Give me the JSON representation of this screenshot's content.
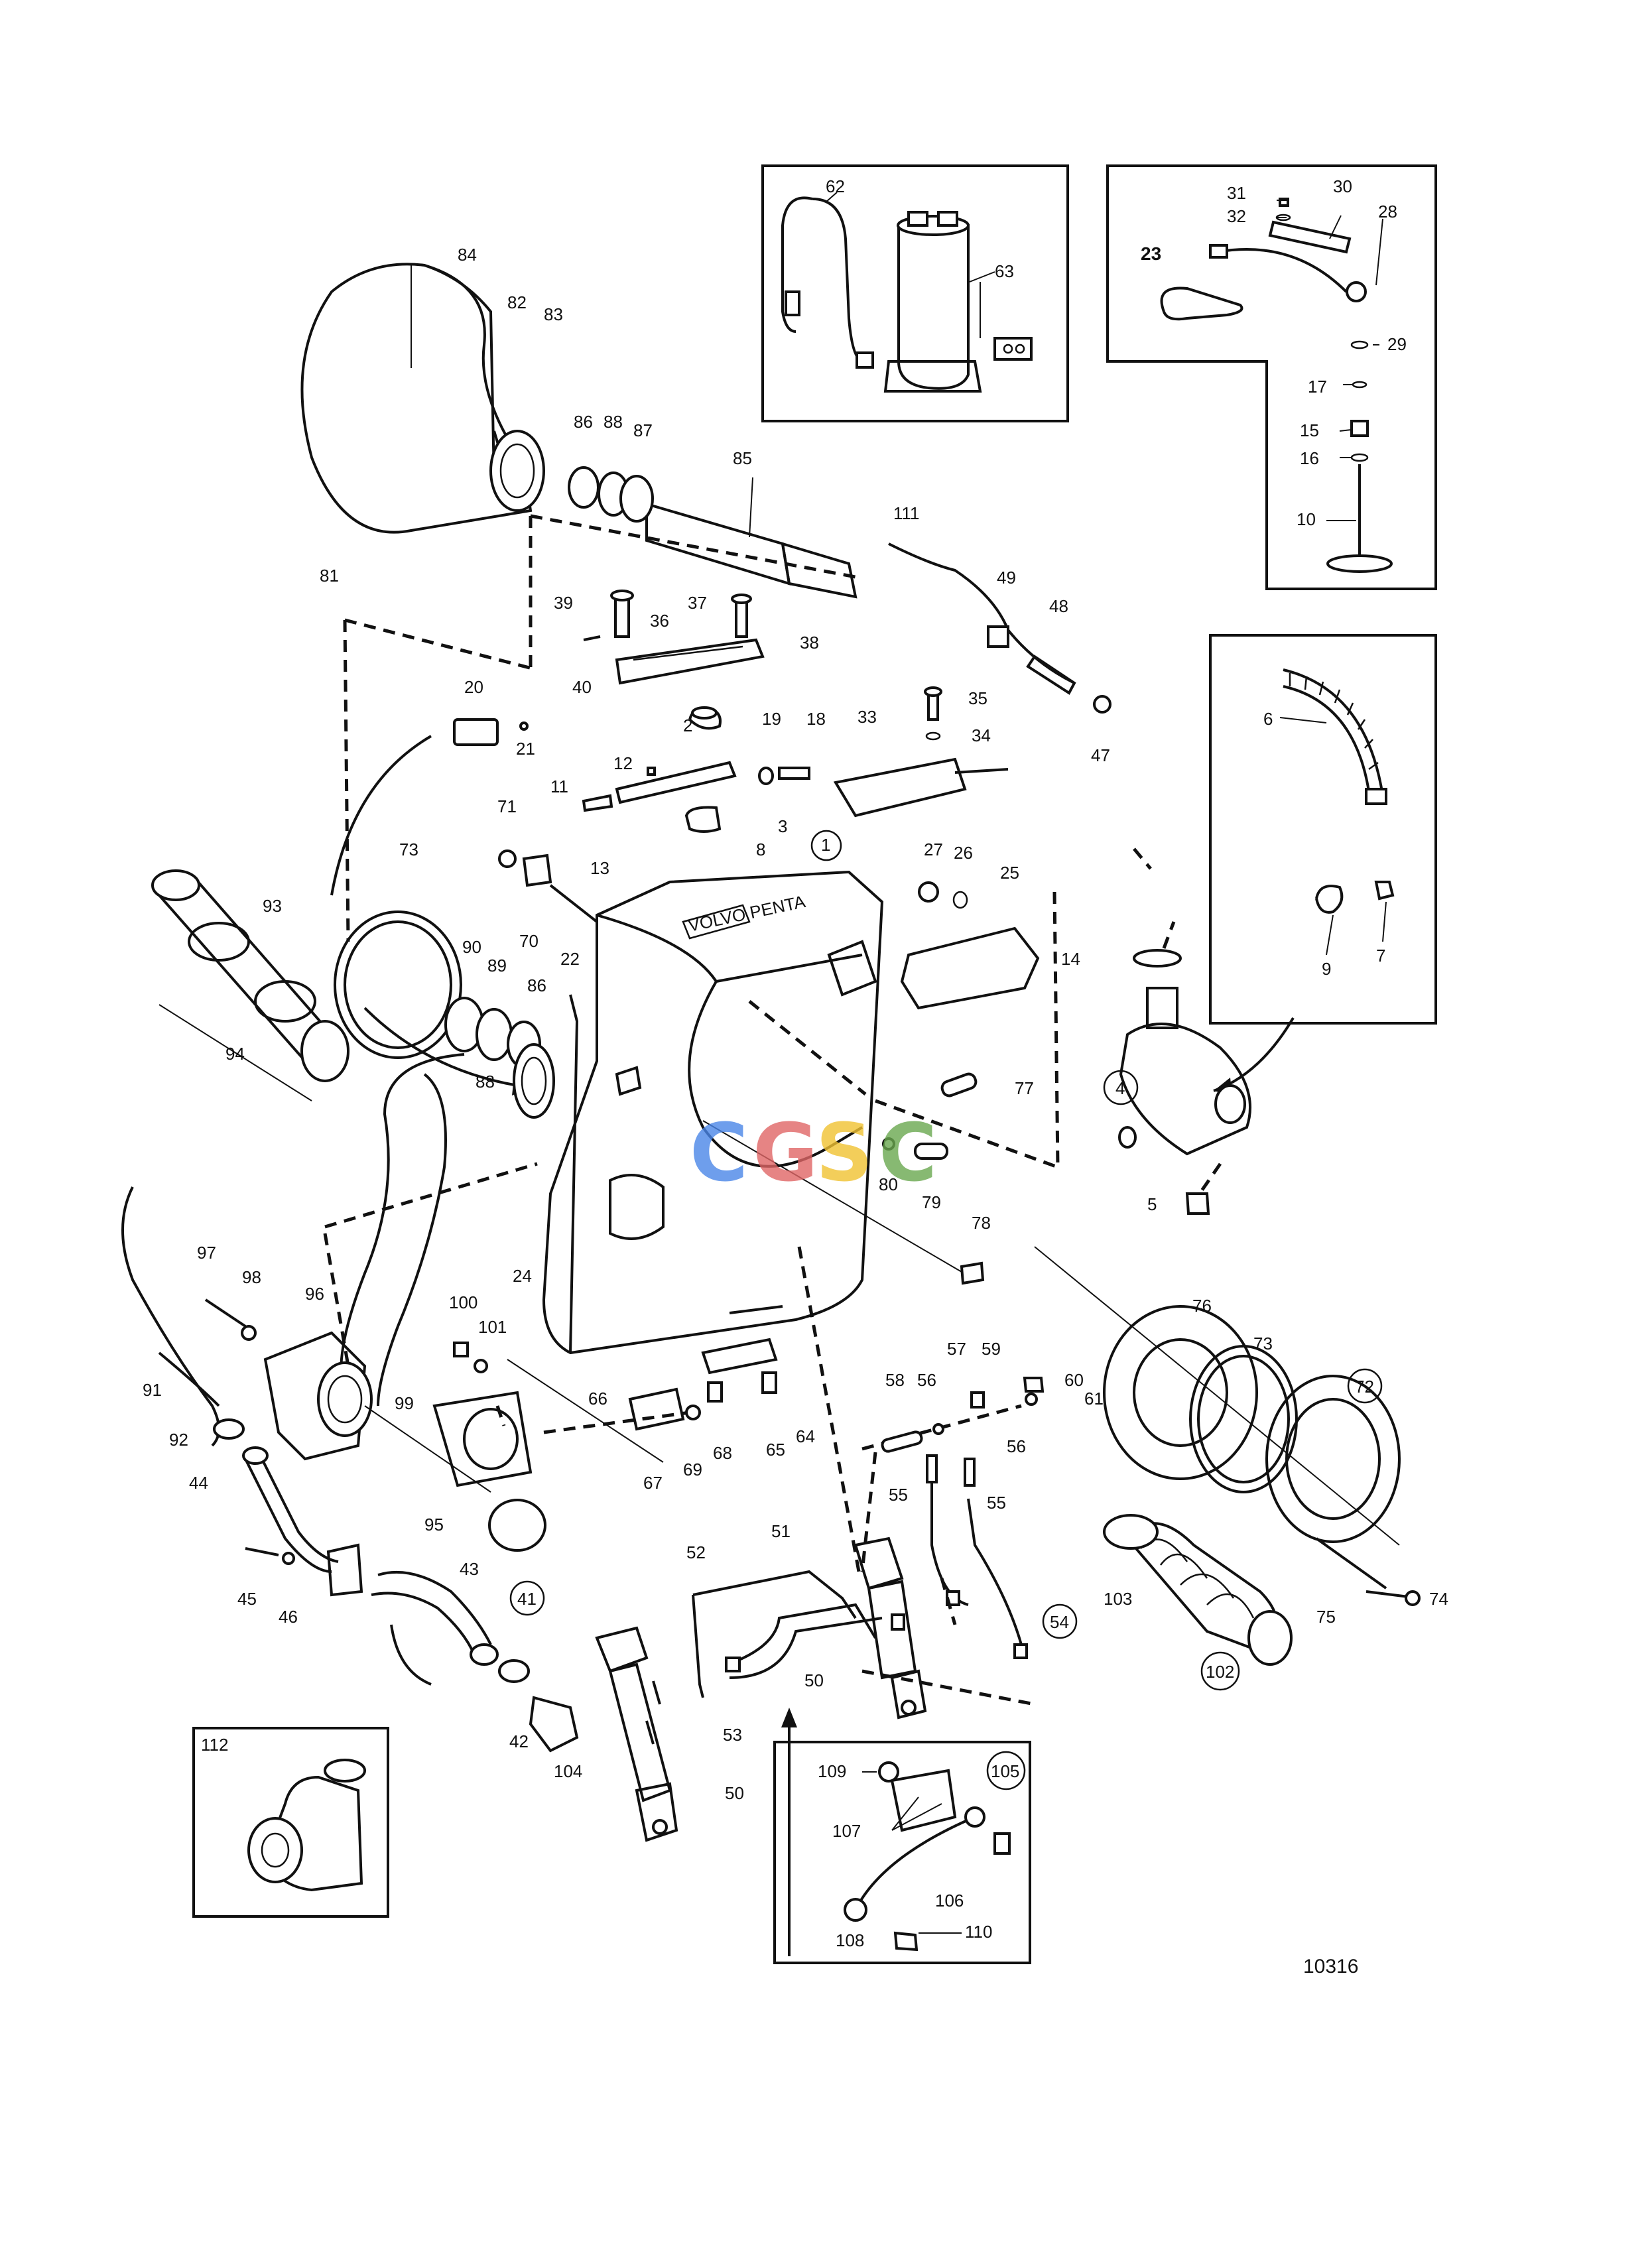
{
  "drawing_number": "10316",
  "callouts": {
    "n1": "1",
    "n2": "2",
    "n3": "3",
    "n4": "4",
    "n5": "5",
    "n6": "6",
    "n7": "7",
    "n8": "8",
    "n9": "9",
    "n10": "10",
    "n11": "11",
    "n12": "12",
    "n13": "13",
    "n14": "14",
    "n15": "15",
    "n16": "16",
    "n17": "17",
    "n18": "18",
    "n19": "19",
    "n20": "20",
    "n21": "21",
    "n22": "22",
    "n23": "23",
    "n24": "24",
    "n25": "25",
    "n26": "26",
    "n27": "27",
    "n28": "28",
    "n29": "29",
    "n30": "30",
    "n31": "31",
    "n32": "32",
    "n33": "33",
    "n34": "34",
    "n35": "35",
    "n36": "36",
    "n37": "37",
    "n38": "38",
    "n39": "39",
    "n40": "40",
    "n41": "41",
    "n42": "42",
    "n43": "43",
    "n44": "44",
    "n45": "45",
    "n46": "46",
    "n47": "47",
    "n48": "48",
    "n49": "49",
    "n50a": "50",
    "n50b": "50",
    "n51": "51",
    "n52": "52",
    "n53": "53",
    "n54": "54",
    "n55a": "55",
    "n55b": "55",
    "n56a": "56",
    "n56b": "56",
    "n57": "57",
    "n58": "58",
    "n59": "59",
    "n60": "60",
    "n61": "61",
    "n62": "62",
    "n63": "63",
    "n64": "64",
    "n65": "65",
    "n66": "66",
    "n67": "67",
    "n68": "68",
    "n69": "69",
    "n70": "70",
    "n71": "71",
    "n72": "72",
    "n73a": "73",
    "n73b": "73",
    "n74": "74",
    "n75": "75",
    "n76": "76",
    "n77": "77",
    "n78": "78",
    "n79": "79",
    "n80": "80",
    "n81": "81",
    "n82": "82",
    "n83": "83",
    "n84": "84",
    "n85": "85",
    "n86a": "86",
    "n86b": "86",
    "n87": "87",
    "n88a": "88",
    "n88b": "88",
    "n89": "89",
    "n90": "90",
    "n91": "91",
    "n92": "92",
    "n93": "93",
    "n94": "94",
    "n95": "95",
    "n96": "96",
    "n97": "97",
    "n98": "98",
    "n99": "99",
    "n100": "100",
    "n101": "101",
    "n102": "102",
    "n103": "103",
    "n104": "104",
    "n105": "105",
    "n106": "106",
    "n107": "107",
    "n108": "108",
    "n109": "109",
    "n110": "110",
    "n111": "111",
    "n112": "112"
  },
  "watermark": {
    "text": "CGSC",
    "colors": [
      "#4a86e8",
      "#e06666",
      "#f1c232",
      "#6aa84f"
    ]
  },
  "housing_lettering": "VOLVO PENTA"
}
